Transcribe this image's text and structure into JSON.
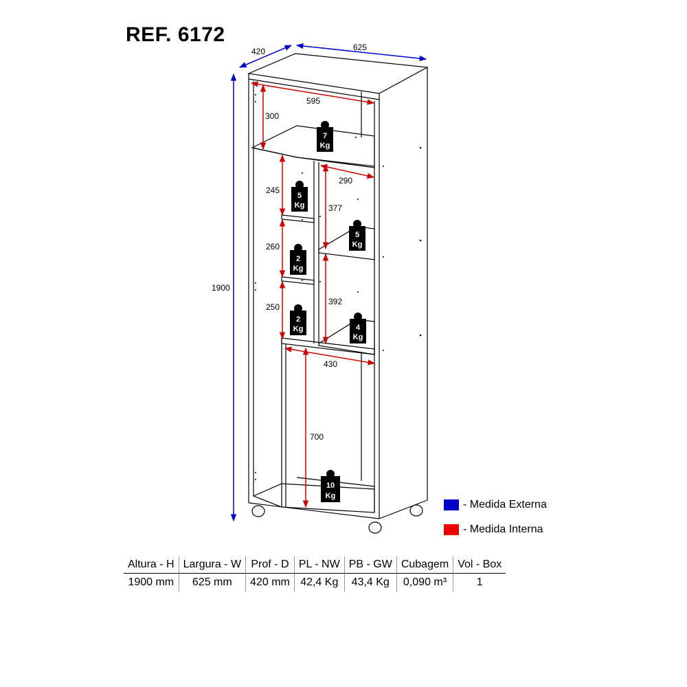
{
  "title": "REF. 6172",
  "colors": {
    "external": "#0000cc",
    "internal": "#cc0000",
    "weight_bg": "#000000"
  },
  "external_dims": {
    "width": "625",
    "depth": "420",
    "height": "1900"
  },
  "internal_dims": {
    "top_width": "595",
    "top_height": "300",
    "right_width": "290",
    "right_upper_height": "377",
    "right_lower_height": "392",
    "left_h1": "245",
    "left_h2": "260",
    "left_h3": "250",
    "bottom_width": "430",
    "bottom_height": "700"
  },
  "weights": [
    {
      "value": "7",
      "unit": "Kg"
    },
    {
      "value": "5",
      "unit": "Kg"
    },
    {
      "value": "5",
      "unit": "Kg"
    },
    {
      "value": "2",
      "unit": "Kg"
    },
    {
      "value": "2",
      "unit": "Kg"
    },
    {
      "value": "4",
      "unit": "Kg"
    },
    {
      "value": "10",
      "unit": "Kg"
    }
  ],
  "legend": {
    "external": "- Medida Externa",
    "internal": "- Medida Interna"
  },
  "table": {
    "headers": [
      "Altura - H",
      "Largura - W",
      "Prof - D",
      "PL - NW",
      "PB - GW",
      "Cubagem",
      "Vol - Box"
    ],
    "row": [
      "1900 mm",
      "625 mm",
      "420 mm",
      "42,4 Kg",
      "43,4 Kg",
      "0,090 m³",
      "1"
    ]
  }
}
